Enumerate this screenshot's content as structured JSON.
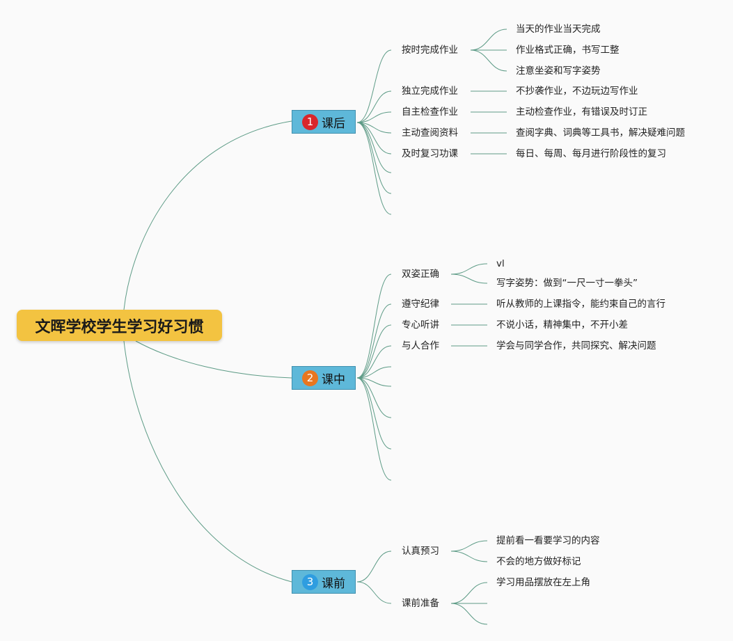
{
  "root": {
    "title": "文晖学校学生学习好习惯"
  },
  "colors": {
    "root_fill": "#f3c341",
    "branch_fill": "#5eb8d9",
    "line": "#5d9b86"
  },
  "branches": [
    {
      "number": "1",
      "label": "课后",
      "badge_color": "#d9262b",
      "items": [
        {
          "label": "按时完成作业",
          "children": [
            "当天的作业当天完成",
            "作业格式正确，书写工整",
            "注意坐姿和写字姿势"
          ]
        },
        {
          "label": "独立完成作业",
          "children": [
            "不抄袭作业，不边玩边写作业"
          ]
        },
        {
          "label": "自主检查作业",
          "children": [
            "主动检查作业，有错误及时订正"
          ]
        },
        {
          "label": "主动查阅资料",
          "children": [
            "查阅字典、词典等工具书，解决疑难问题"
          ]
        },
        {
          "label": "及时复习功课",
          "children": [
            "每日、每周、每月进行阶段性的复习"
          ]
        }
      ]
    },
    {
      "number": "2",
      "label": "课中",
      "badge_color": "#e8761f",
      "items": [
        {
          "label": "双姿正确",
          "children": [
            "vl",
            "写字姿势：做到“一尺一寸一拳头”"
          ]
        },
        {
          "label": "遵守纪律",
          "children": [
            "听从教师的上课指令，能约束自己的言行"
          ]
        },
        {
          "label": "专心听讲",
          "children": [
            "不说小话，精神集中，不开小差"
          ]
        },
        {
          "label": "与人合作",
          "children": [
            "学会与同学合作，共同探究、解决问题"
          ]
        }
      ]
    },
    {
      "number": "3",
      "label": "课前",
      "badge_color": "#2f9de0",
      "items": [
        {
          "label": "认真预习",
          "children": [
            "提前看一看要学习的内容",
            "不会的地方做好标记"
          ]
        },
        {
          "label": "课前准备",
          "children": [
            "学习用品摆放在左上角"
          ]
        }
      ]
    }
  ]
}
